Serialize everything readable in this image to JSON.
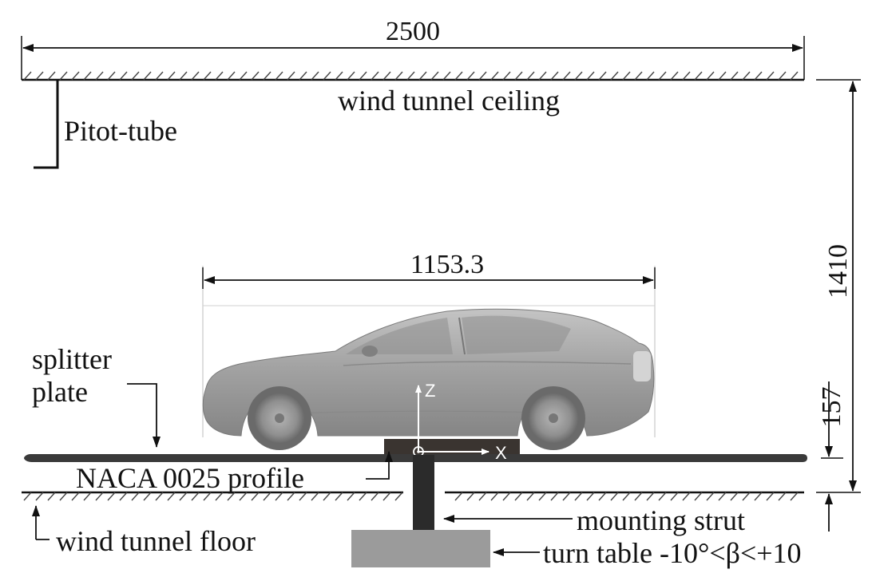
{
  "dimensions": {
    "tunnel_width": "2500",
    "tunnel_height": "1410",
    "car_length": "1153.3",
    "splitter_height": "157"
  },
  "labels": {
    "ceiling": "wind tunnel ceiling",
    "pitot": "Pitot-tube",
    "splitter_line1": "splitter",
    "splitter_line2": "plate",
    "naca": "NACA 0025 profile",
    "floor": "wind tunnel floor",
    "strut": "mounting strut",
    "turntable": "turn table -10°<β<+10"
  },
  "axes": {
    "z": "Z",
    "x": "X"
  },
  "colors": {
    "car_body": "#9a9a9a",
    "splitter_plate": "#3a3a3a",
    "turntable": "#9b9b9b",
    "strut": "#2b2b2b"
  }
}
